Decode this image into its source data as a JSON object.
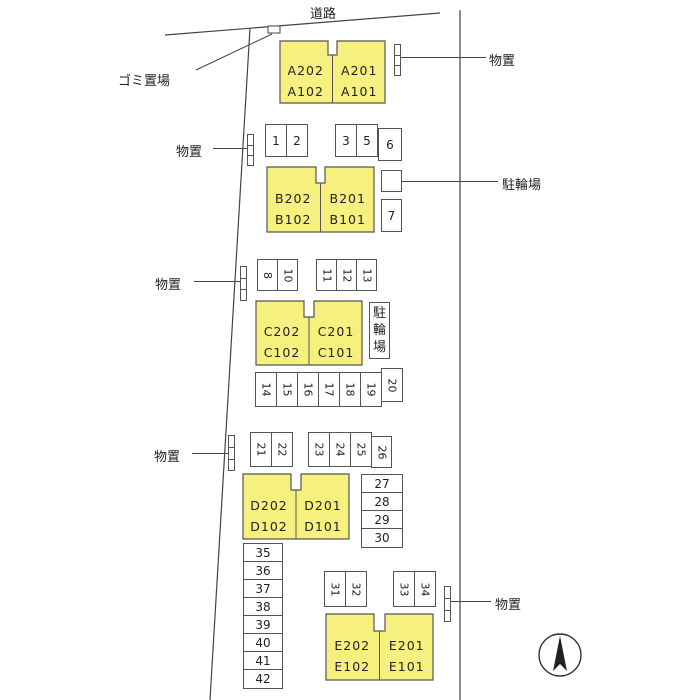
{
  "road_label": "道路",
  "garbage_label": "ゴミ置場",
  "storage_label": "物置",
  "bike_parking_label": "駐輪場",
  "bike_parking_vertical": [
    "駐",
    "輪",
    "場"
  ],
  "buildings": {
    "A": {
      "upper_left": "A202",
      "lower_left": "A102",
      "upper_right": "A201",
      "lower_right": "A101"
    },
    "B": {
      "upper_left": "B202",
      "lower_left": "B102",
      "upper_right": "B201",
      "lower_right": "B101"
    },
    "C": {
      "upper_left": "C202",
      "lower_left": "C102",
      "upper_right": "C201",
      "lower_right": "C101"
    },
    "D": {
      "upper_left": "D202",
      "lower_left": "D102",
      "upper_right": "D201",
      "lower_right": "D101"
    },
    "E": {
      "upper_left": "E202",
      "lower_left": "E102",
      "upper_right": "E201",
      "lower_right": "E101"
    }
  },
  "parking": {
    "p1": "1",
    "p2": "2",
    "p3": "3",
    "p4": "5",
    "p5": "6",
    "p6": "7",
    "p7": "8",
    "p8": "10",
    "p9": "11",
    "p10": "12",
    "p11": "13",
    "p12": "14",
    "p13": "15",
    "p14": "16",
    "p15": "17",
    "p16": "18",
    "p17": "19",
    "p18": "20",
    "p19": "21",
    "p20": "22",
    "p21": "23",
    "p22": "24",
    "p23": "25",
    "p24": "26",
    "p25": "27",
    "p26": "28",
    "p27": "29",
    "p28": "30",
    "p29": "31",
    "p30": "32",
    "p31": "33",
    "p32": "34",
    "p33": "35",
    "p34": "36",
    "p35": "37",
    "p36": "38",
    "p37": "39",
    "p38": "40",
    "p39": "41",
    "p40": "42"
  },
  "colors": {
    "building_fill": "#f6f07f",
    "line": "#555555"
  }
}
